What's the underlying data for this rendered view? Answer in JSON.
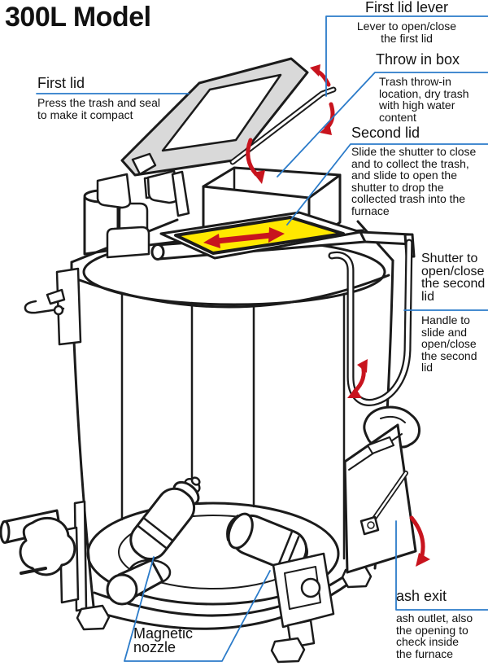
{
  "title": "300L Model",
  "colors": {
    "accent_blue": "#2b7bc9",
    "arrow_red": "#c8141e",
    "shutter_yellow": "#ffe800",
    "lid_gray": "#d9d9d9",
    "ink": "#1b1b1b"
  },
  "labels": {
    "first_lid": {
      "heading": "First lid",
      "body": "Press the trash and seal\nto make it compact"
    },
    "first_lid_lever": {
      "heading": "First lid lever",
      "body": "Lever to open/close\nthe first lid"
    },
    "throw_in_box": {
      "heading": "Throw in box",
      "body": "Trash throw-in\nlocation, dry trash\nwith high water\ncontent"
    },
    "second_lid": {
      "heading": "Second lid",
      "body": "Slide the shutter to close\nand to collect the trash,\nand slide to open the\nshutter to drop the\ncollected trash into the\nfurnace"
    },
    "shutter": {
      "body": "Shutter to\nopen/close\nthe second\nlid"
    },
    "handle": {
      "body": "Handle to\nslide and\nopen/close\nthe second\nlid"
    },
    "ash_exit": {
      "heading": "ash exit",
      "body": "ash outlet, also\nthe opening to\ncheck inside\nthe furnace"
    },
    "magnetic_nozzle": {
      "body": "Magnetic\nnozzle"
    }
  }
}
